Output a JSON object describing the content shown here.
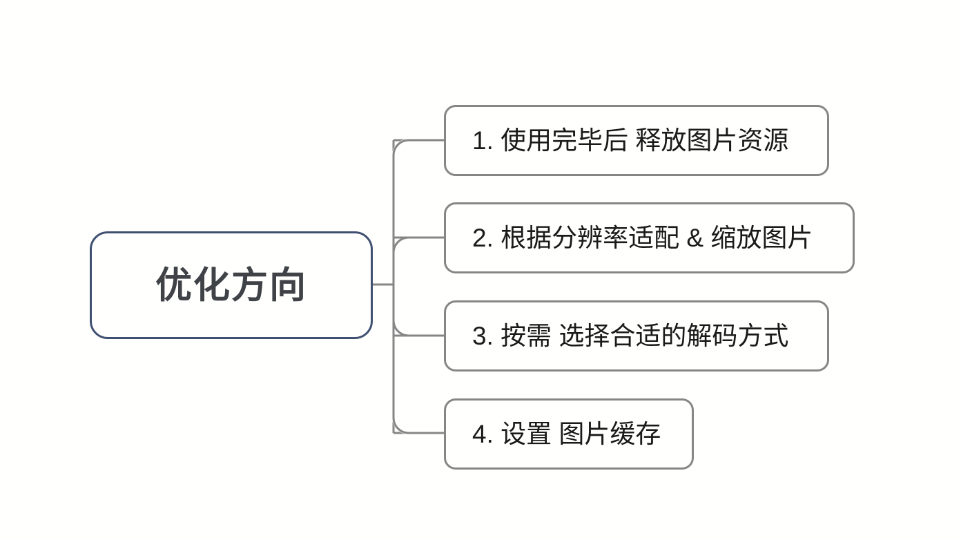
{
  "diagram": {
    "type": "mind-map",
    "background_color": "#fffffd",
    "root": {
      "label": "优化方向",
      "border_color": "#3f5070",
      "text_color": "#3f4247"
    },
    "branch_color": "#868686",
    "children": [
      {
        "label": "1. 使用完毕后 释放图片资源"
      },
      {
        "label": "2. 根据分辨率适配 & 缩放图片"
      },
      {
        "label": "3. 按需 选择合适的解码方式"
      },
      {
        "label": "4. 设置 图片缓存"
      }
    ]
  }
}
